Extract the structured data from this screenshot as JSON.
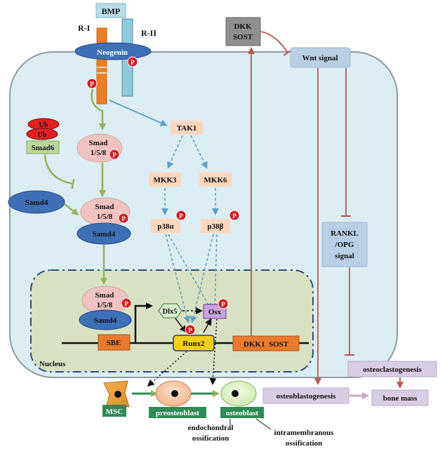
{
  "receptor": {
    "ligand": "BMP",
    "type1": "R-I",
    "type2": "R-II",
    "coreceptor": "Neogenin",
    "phospho": "P"
  },
  "smad6": {
    "ub1": "Ub",
    "ub2": "Ub",
    "label": "Smad6"
  },
  "samd4_free": "Samd4",
  "smad_cyto": {
    "line1": "Smad",
    "line2": "1/5/8",
    "phospho": "P"
  },
  "smad_complex": {
    "line1": "Smad",
    "line2": "1/5/8",
    "phospho": "P",
    "partner": "Samd4"
  },
  "smad_nuclear": {
    "line1": "Smad",
    "line2": "1/5/8",
    "phospho": "P",
    "partner": "Samd4"
  },
  "mapk": {
    "tak1": "TAK1",
    "mkk3": "MKK3",
    "mkk6": "MKK6",
    "p38a": "p38α",
    "p38b": "p38β",
    "phospho": "P"
  },
  "nucleus": {
    "label": "Nucleus",
    "sbe": "SBE",
    "dlx5": "Dlx5",
    "osx": "Osx",
    "runx2": "Runx2",
    "targets": "DKK1  SOST",
    "phospho": "P"
  },
  "wnt": {
    "inhibitors_line1": "DKK",
    "inhibitors_line2": "SOST",
    "signal": "Wnt signal",
    "rankl_line1": "RANKL",
    "rankl_line2": "/OPG",
    "rankl_line3": "signal",
    "osteoclastogenesis": "osteoclastogenesis",
    "osteoblastogenesis": "osteoblastogenesis",
    "bone_mass": "bone mass"
  },
  "lineage": {
    "msc": "MSC",
    "preosteoblast": "preosteoblast",
    "osteoblast": "osteoblast",
    "endo_line1": "endochondral",
    "endo_line2": "ossification",
    "intra_line1": "intramembranous",
    "intra_line2": "ossification"
  },
  "colors": {
    "cell": "#dcedf4",
    "nucleus": "#d8e2c3",
    "orange_box": "#fbd7bf",
    "samd4": "#3f6fb6",
    "smad": "#f0c2c0",
    "green_arrow": "#93b35a",
    "blue_arrow": "#5fa1c2",
    "red_arrow": "#b55a57",
    "phospho": "#d71920",
    "purple_box": "#d9cde3",
    "green_label": "#2f8a55"
  }
}
